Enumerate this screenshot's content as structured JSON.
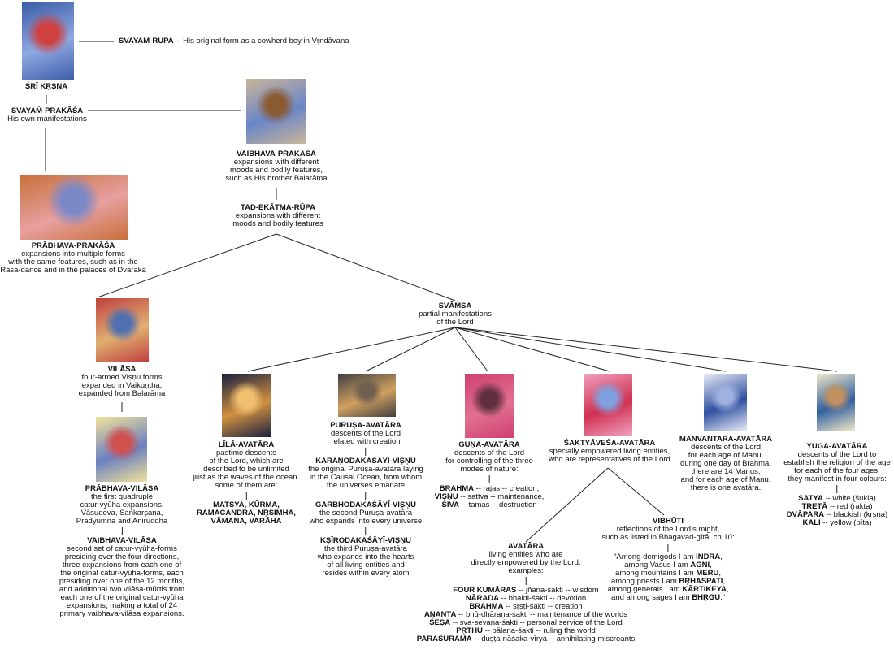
{
  "top": {
    "title": "SVAYAṀ-RŪPA",
    "text": " -- His original form as  a cowherd boy in Vṛndāvana"
  },
  "colors": {
    "line": "#222222",
    "text": "#111111"
  },
  "images": {
    "krsna": {
      "name": "sri-krsna-image",
      "colors": [
        "#3b5ca8",
        "#8fa8e0",
        "#d04040"
      ]
    },
    "vaibhava": {
      "name": "krsna-balarama-image",
      "colors": [
        "#c9b59a",
        "#6a86c8",
        "#8a5a30"
      ]
    },
    "prabhava": {
      "name": "rasa-dance-image",
      "colors": [
        "#c8703a",
        "#e8a0a0",
        "#7a88c8"
      ]
    },
    "vilasa": {
      "name": "vilasa-vishnu-image",
      "colors": [
        "#c04040",
        "#e0b070",
        "#5070b0"
      ]
    },
    "prabhava_vilasa": {
      "name": "catur-vyuha-image",
      "colors": [
        "#f3e29a",
        "#6a80c0",
        "#d05050"
      ]
    },
    "lila": {
      "name": "matsya-fish-image",
      "colors": [
        "#1a2040",
        "#d09040",
        "#f0c070"
      ]
    },
    "purusa": {
      "name": "vishnu-reclining-image",
      "colors": [
        "#404040",
        "#d0a060",
        "#706050"
      ]
    },
    "guna": {
      "name": "guna-avatara-image",
      "colors": [
        "#d04070",
        "#e07090",
        "#603040"
      ]
    },
    "saktyavesa": {
      "name": "saktyavesa-image",
      "colors": [
        "#f0a0c0",
        "#d03050",
        "#80a0e0"
      ]
    },
    "manvantara": {
      "name": "manvantara-image",
      "colors": [
        "#e8ecf8",
        "#3050a0",
        "#a0b0e0"
      ]
    },
    "yuga": {
      "name": "yuga-avatara-image",
      "colors": [
        "#f0e8c8",
        "#3060a0",
        "#c09060"
      ]
    }
  },
  "nodes": {
    "sri_krsna": {
      "title": "ŚRĪ KṚṢṆA",
      "lines": []
    },
    "svayam_prakasa": {
      "title": "SVAYAṀ-PRAKĀŚA",
      "lines": [
        [
          "His own manifestations"
        ]
      ]
    },
    "prabhava_prakasa": {
      "title": "PRĀBHAVA-PRAKĀŚA",
      "lines": [
        [
          "expansions into multiple forms"
        ],
        [
          "with the same features, such as in the"
        ],
        [
          "Rāsa-dance and in the palaces of Dvārakā"
        ]
      ]
    },
    "vaibhava_prakasa": {
      "title": "VAIBHAVA-PRAKĀŚA",
      "lines": [
        [
          "expansions with different"
        ],
        [
          "moods and bodily features,"
        ],
        [
          "such as His brother Balarāma"
        ]
      ]
    },
    "tad_ekatma": {
      "title": "TAD-EKĀTMA-RŪPA",
      "lines": [
        [
          "expansions with different"
        ],
        [
          "moods and bodily features"
        ]
      ]
    },
    "svamsa": {
      "title": "SVĀṀSA",
      "lines": [
        [
          "partial manifestations"
        ],
        [
          "of the Lord"
        ]
      ]
    },
    "vilasa": {
      "title": "VILĀSA",
      "lines": [
        [
          "four-armed Viṣṇu forms"
        ],
        [
          "expanded in Vaikuṇṭha,"
        ],
        [
          "expanded from Balarāma"
        ]
      ]
    },
    "prabhava_vilasa": {
      "title": "PRĀBHAVA-VILĀSA",
      "lines": [
        [
          "the first quadruple"
        ],
        [
          "catur-vyūha expansions,"
        ],
        [
          "Vāsudeva, Saṅkarṣaṇa,"
        ],
        [
          "Pradyumna and Aniruddha"
        ],
        null,
        [
          {
            "b": "VAIBHAVA-VILĀSA"
          }
        ],
        [
          "second set of catur-vyūha-forms"
        ],
        [
          "presiding over the four directions,"
        ],
        [
          "three expansions from each one of"
        ],
        [
          "the original catur-vyūha-forms, each"
        ],
        [
          "presiding over one of the 12 months,"
        ],
        [
          "and additional two vilāsa-mūrtis from"
        ],
        [
          "each one of the original catur-vyūha"
        ],
        [
          "expansions, making a total of 24"
        ],
        [
          "primary vaibhava-vilāsa expansions."
        ]
      ]
    },
    "lila": {
      "title": "LĪLĀ-AVATĀRA",
      "lines": [
        [
          "pastime descents"
        ],
        [
          "of the Lord, which are"
        ],
        [
          "described to be unlimited"
        ],
        [
          "just as the waves of the ocean."
        ],
        [
          "some of them are:"
        ],
        null,
        [
          {
            "b": "MATSYA, KŪRMA,"
          }
        ],
        [
          {
            "b": "RĀMACANDRA, NṚSIMHA,"
          }
        ],
        [
          {
            "b": "VĀMANA, VARĀHA"
          }
        ]
      ]
    },
    "purusa": {
      "title": "PURUṢA-AVATĀRA",
      "lines": [
        [
          "descents of the Lord"
        ],
        [
          "related with creation"
        ],
        null,
        [
          {
            "b": "KĀRAṆODAKAŚĀYĪ-VIṢṆU"
          }
        ],
        [
          "the original Puruṣa-avatāra laying"
        ],
        [
          "in the Causal Ocean, from whom"
        ],
        [
          "the universes emanate"
        ],
        null,
        [
          {
            "b": "GARBHODAKAŚĀYĪ-VIṢṆU"
          }
        ],
        [
          "the second Puruṣa-avatāra"
        ],
        [
          "who expands into every universe"
        ],
        null,
        [
          {
            "b": "KṢĪRODAKAŚĀYĪ-VIṢṆU"
          }
        ],
        [
          "the third Puruṣa-avatāra"
        ],
        [
          "who expands into the hearts"
        ],
        [
          "of all living entities and"
        ],
        [
          "resides within every atom"
        ]
      ]
    },
    "guna": {
      "title": "GUṆA-AVATĀRA",
      "lines": [
        [
          "descents of the Lord"
        ],
        [
          "for controlling of the three"
        ],
        [
          "modes of nature:"
        ],
        null,
        [
          {
            "b": "BRAHMA"
          },
          " -- rajas -- creation,"
        ],
        [
          {
            "b": "VIṢṆU"
          },
          " -- sattva -- maintenance,"
        ],
        [
          {
            "b": "ŚIVA"
          },
          " -- tamas -- destruction"
        ]
      ]
    },
    "saktyavesa": {
      "title": "ŚAKTYĀVEŚA-AVATĀRA",
      "lines": [
        [
          "specially empowered living entities,"
        ],
        [
          "who are representatives of the Lord"
        ]
      ]
    },
    "avatara": {
      "title": "AVATĀRA",
      "lines": [
        [
          "living entities who are"
        ],
        [
          "directly empowered by the Lord."
        ],
        [
          "examples:"
        ],
        null,
        [
          {
            "b": "FOUR KUMĀRAS"
          },
          " -- jñāna-śakti -- wisdom"
        ],
        [
          {
            "b": "NĀRADA"
          },
          " -- bhakti-śakti -- devotion"
        ],
        [
          {
            "b": "BRAHMA"
          },
          " -- sṛṣṭi-śakti -- creation"
        ],
        [
          {
            "b": "ANANTA"
          },
          " -- bhū-dhāraṇa-śakti -- maintenance of the worlds"
        ],
        [
          {
            "b": "ŚEṢA"
          },
          " -- sva-sevana-śakti -- personal service of the Lord"
        ],
        [
          {
            "b": "PṚTHU"
          },
          " -- pālana-śakti -- ruling the world"
        ],
        [
          {
            "b": "PARAŚURĀMA"
          },
          " -- duṣṭa-nāśaka-vīrya -- annihilating miscreants"
        ]
      ]
    },
    "vibhuti": {
      "title": "VIBHŪTI",
      "lines": [
        [
          "reflections of the Lord’s might,"
        ],
        [
          "such as listed in Bhagavad-gītā, ch.10:"
        ],
        null,
        [
          "“Among demigods I am ",
          {
            "b": "INDRA"
          },
          ","
        ],
        [
          "among Vasus I am ",
          {
            "b": "AGNI"
          },
          ","
        ],
        [
          "among mountains I am ",
          {
            "b": "MERU"
          },
          ","
        ],
        [
          "among priests I am ",
          {
            "b": "BṚHASPATI"
          },
          ","
        ],
        [
          "among generals I am ",
          {
            "b": "KĀRTIKEYA"
          },
          ","
        ],
        [
          "and among sages I am ",
          {
            "b": "BHṚGU"
          },
          ".”"
        ]
      ]
    },
    "manvantara": {
      "title": "MANVANTARA-AVATĀRA",
      "lines": [
        [
          "descents of the Lord"
        ],
        [
          "for each age of Manu."
        ],
        [
          "during one day of Brahma,"
        ],
        [
          "there are 14 Manus,"
        ],
        [
          "and for each age of Manu,"
        ],
        [
          "there is one avatāra."
        ]
      ]
    },
    "yuga": {
      "title": "YUGA-AVATĀRA",
      "lines": [
        [
          "descents of the Lord to"
        ],
        [
          "establish the religion of the age"
        ],
        [
          "for each of the four ages."
        ],
        [
          "they manifest in four colours:"
        ],
        null,
        [
          {
            "b": "SATYA"
          },
          " -- white (śukla)"
        ],
        [
          {
            "b": "TRETĀ"
          },
          " -- red (rakta)"
        ],
        [
          {
            "b": "DVĀPARA"
          },
          " -- blackish (kṛṣṇa)"
        ],
        [
          {
            "b": "KALI"
          },
          " -- yellow (pīta)"
        ]
      ]
    }
  }
}
